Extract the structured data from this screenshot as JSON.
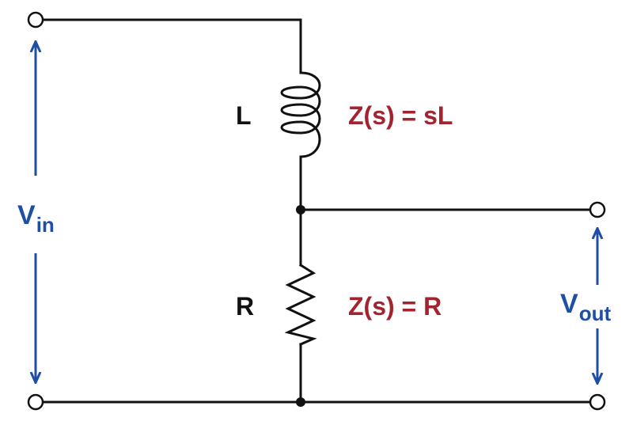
{
  "colors": {
    "wire": "#111111",
    "label": "#111111",
    "impedance": "#a3232e",
    "voltage": "#1f4fa5"
  },
  "components": {
    "inductor": {
      "label": "L",
      "impedance": "Z(s) = sL"
    },
    "resistor": {
      "label": "R",
      "impedance": "Z(s) = R"
    }
  },
  "voltages": {
    "input": {
      "symbol": "V",
      "subscript": "in"
    },
    "output": {
      "symbol": "V",
      "subscript": "out"
    }
  }
}
